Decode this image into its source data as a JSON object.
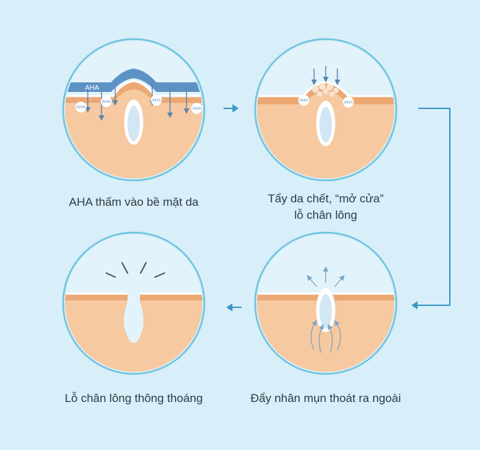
{
  "colors": {
    "background": "#d8eef8",
    "circle_fill": "#e2f3fb",
    "circle_stroke": "#6fc4df",
    "skin": "#f6c9a0",
    "skin_top": "#eba874",
    "aha_layer": "#5d93c4",
    "arrow": "#3b98c6",
    "pore": "#ffffff"
  },
  "steps": [
    {
      "caption_lines": [
        "AHA thấm vào bề mặt da"
      ],
      "layer_label": "AHA",
      "molecule_label": "AHA"
    },
    {
      "caption_lines": [
        "Tẩy da chết, “mở cửa”",
        "lỗ chân lông"
      ],
      "molecule_label": "AHA"
    },
    {
      "caption_lines": [
        "Đẩy nhân mụn thoát ra ngoài"
      ]
    },
    {
      "caption_lines": [
        "Lỗ chân lông thông thoáng"
      ]
    }
  ]
}
